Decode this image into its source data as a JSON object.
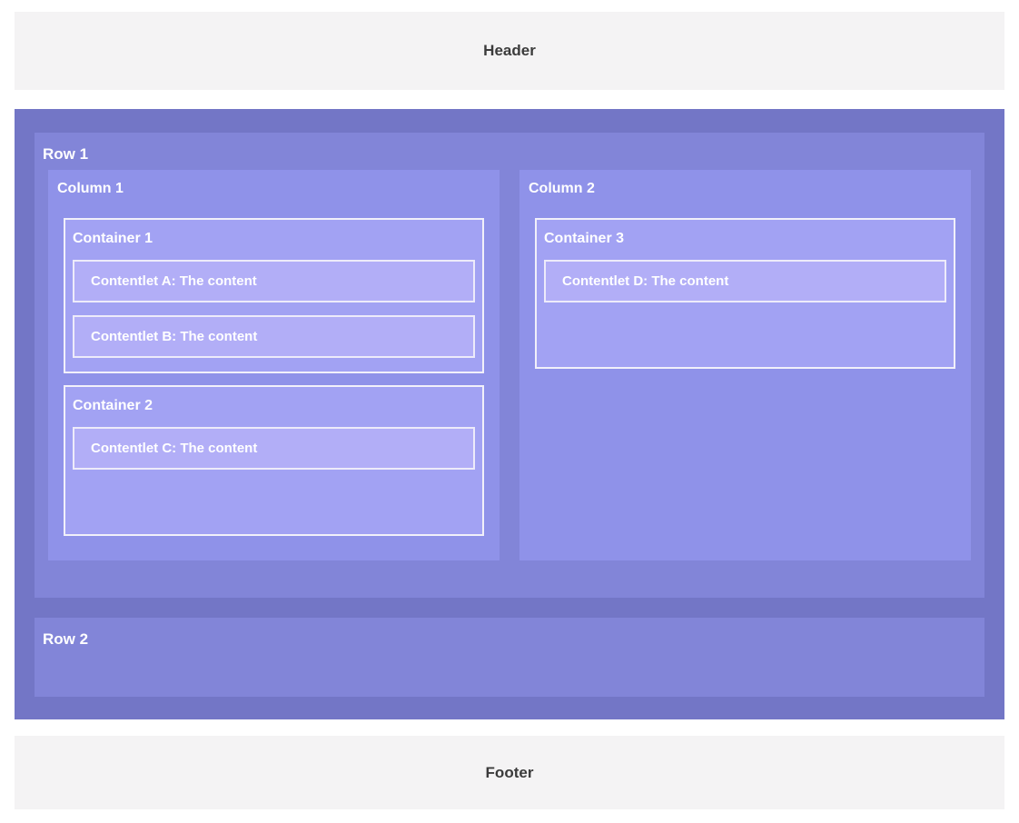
{
  "header": {
    "label": "Header"
  },
  "footer": {
    "label": "Footer"
  },
  "layout": {
    "rows": [
      {
        "label": "Row 1",
        "columns": [
          {
            "label": "Column 1",
            "containers": [
              {
                "label": "Container 1",
                "contentlets": [
                  "Contentlet A: The content",
                  "Contentlet B: The content"
                ]
              },
              {
                "label": "Container 2",
                "contentlets": [
                  "Contentlet C: The content"
                ]
              }
            ]
          },
          {
            "label": "Column 2",
            "containers": [
              {
                "label": "Container 3",
                "contentlets": [
                  "Contentlet D: The content"
                ]
              }
            ]
          }
        ]
      },
      {
        "label": "Row 2",
        "columns": []
      }
    ]
  },
  "colors": {
    "band_background": "#f4f3f4",
    "band_text": "#3b3b3b",
    "page_body": "#7376c6",
    "row": "#8285d8",
    "column": "#8f92e9",
    "container": "#a2a2f3",
    "contentlet": "#b2aef7",
    "label_text": "#ffffff",
    "box_border": "#f1f0fa",
    "contentlet_border": "#edebfa"
  }
}
